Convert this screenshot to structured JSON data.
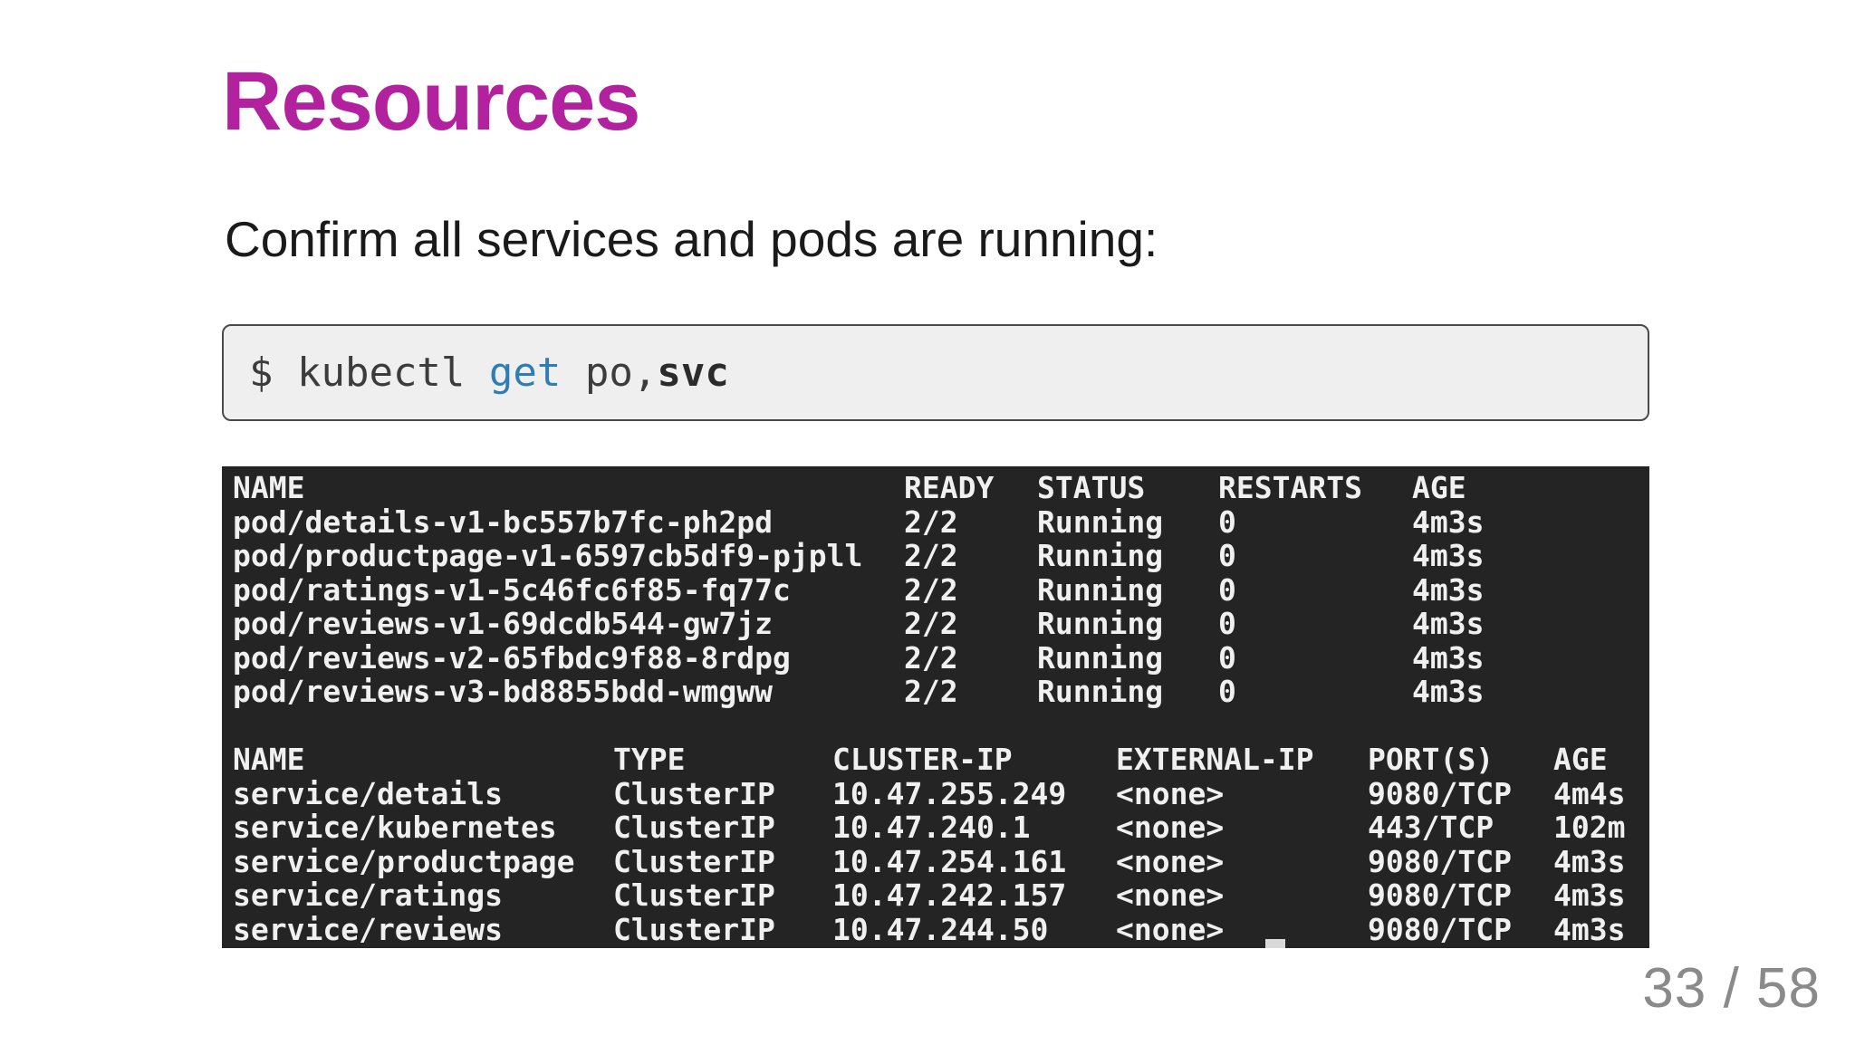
{
  "slide": {
    "title": "Resources",
    "subtitle": "Confirm all services and pods are running:",
    "page_number": "33 / 58"
  },
  "command": {
    "segments": [
      {
        "text": "$ kubectl ",
        "role": "plain"
      },
      {
        "text": "get",
        "role": "keyword"
      },
      {
        "text": " po,",
        "role": "plain"
      },
      {
        "text": "svc",
        "role": "strong"
      }
    ]
  },
  "terminal": {
    "pods_table": {
      "headers": [
        "NAME",
        "READY",
        "STATUS",
        "RESTARTS",
        "AGE"
      ],
      "rows": [
        [
          "pod/details-v1-bc557b7fc-ph2pd",
          "2/2",
          "Running",
          "0",
          "4m3s"
        ],
        [
          "pod/productpage-v1-6597cb5df9-pjpll",
          "2/2",
          "Running",
          "0",
          "4m3s"
        ],
        [
          "pod/ratings-v1-5c46fc6f85-fq77c",
          "2/2",
          "Running",
          "0",
          "4m3s"
        ],
        [
          "pod/reviews-v1-69dcdb544-gw7jz",
          "2/2",
          "Running",
          "0",
          "4m3s"
        ],
        [
          "pod/reviews-v2-65fbdc9f88-8rdpg",
          "2/2",
          "Running",
          "0",
          "4m3s"
        ],
        [
          "pod/reviews-v3-bd8855bdd-wmgww",
          "2/2",
          "Running",
          "0",
          "4m3s"
        ]
      ]
    },
    "services_table": {
      "headers": [
        "NAME",
        "TYPE",
        "CLUSTER-IP",
        "EXTERNAL-IP",
        "PORT(S)",
        "AGE"
      ],
      "rows": [
        [
          "service/details",
          "ClusterIP",
          "10.47.255.249",
          "<none>",
          "9080/TCP",
          "4m4s"
        ],
        [
          "service/kubernetes",
          "ClusterIP",
          "10.47.240.1",
          "<none>",
          "443/TCP",
          "102m"
        ],
        [
          "service/productpage",
          "ClusterIP",
          "10.47.254.161",
          "<none>",
          "9080/TCP",
          "4m3s"
        ],
        [
          "service/ratings",
          "ClusterIP",
          "10.47.242.157",
          "<none>",
          "9080/TCP",
          "4m3s"
        ],
        [
          "service/reviews",
          "ClusterIP",
          "10.47.244.50",
          "<none>",
          "9080/TCP",
          "4m3s"
        ]
      ]
    }
  },
  "colors": {
    "slide_bg": "#ffffff",
    "title": "#b2219e",
    "body_text": "#1a1a1a",
    "code_background": "#efefef",
    "code_border": "#4a4a4a",
    "code_text": "#3c3c3c",
    "code_keyword": "#2f7eb3",
    "terminal_background": "#242424",
    "terminal_text": "#f0f0f0",
    "cursor": "#d9d9d9",
    "page_number": "#8a8a8a"
  }
}
